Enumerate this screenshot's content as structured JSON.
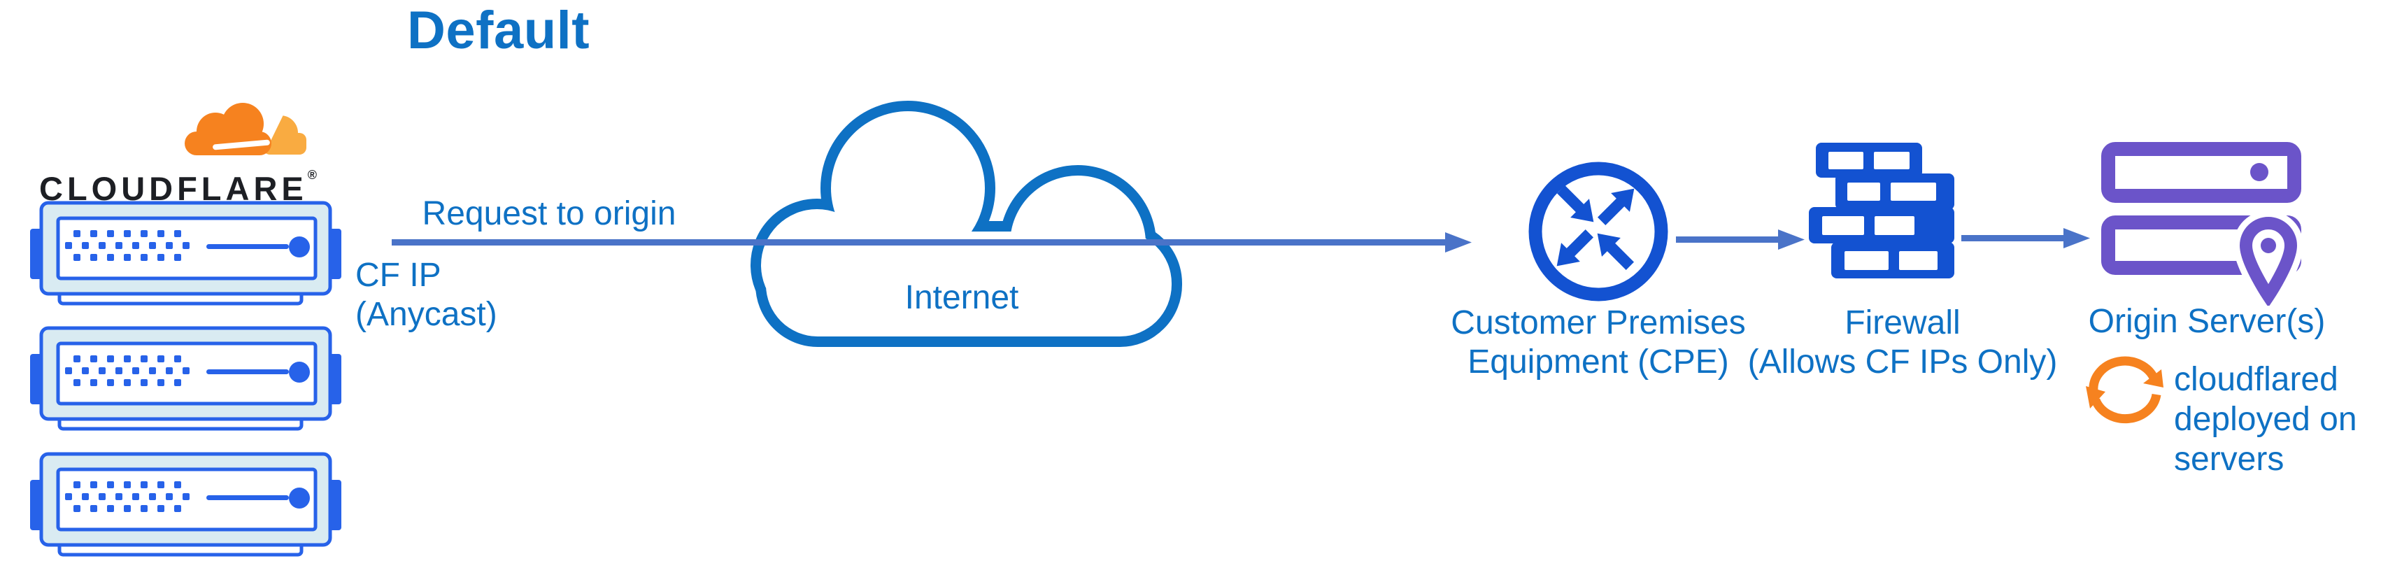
{
  "title": "Default",
  "brand": {
    "wordmark": "CLOUDFLARE",
    "registered": "®"
  },
  "edge": {
    "label": "Request to origin",
    "sublabel_line1": "CF IP",
    "sublabel_line2": "(Anycast)"
  },
  "internet": {
    "label": "Internet"
  },
  "cpe": {
    "label_line1": "Customer Premises",
    "label_line2": "Equipment (CPE)"
  },
  "firewall": {
    "label_line1": "Firewall",
    "label_line2": "(Allows CF IPs Only)"
  },
  "origin": {
    "label": "Origin Server(s)",
    "note_line1": "cloudflared",
    "note_line2": "deployed on",
    "note_line3": "servers"
  },
  "icons": {
    "cloudflare-logo-icon": "orange cloudflare cloud",
    "edge-server-icon": "blue rack server, 3 stacked",
    "internet-cloud-icon": "blue outlined cloud",
    "cpe-router-icon": "circle with four diagonal arrows",
    "firewall-icon": "blue brick wall",
    "origin-servers-icon": "purple stacked servers with location pin",
    "cloudflared-sync-icon": "orange circular sync arrows",
    "flow-arrow": "right-pointing connector arrow"
  },
  "colors": {
    "text_blue": "#0E71C4",
    "arrow_blue": "#4A73C8",
    "icon_blue": "#1352D1",
    "server_blue": "#2762E9",
    "server_fill": "#D9EBF2",
    "cloud_outline": "#0E71C4",
    "orange": "#F6821F",
    "orange_light": "#F9AB41",
    "purple": "#6B54C9",
    "wordmark_dark": "#1D1F24",
    "background": "#FFFFFF"
  }
}
